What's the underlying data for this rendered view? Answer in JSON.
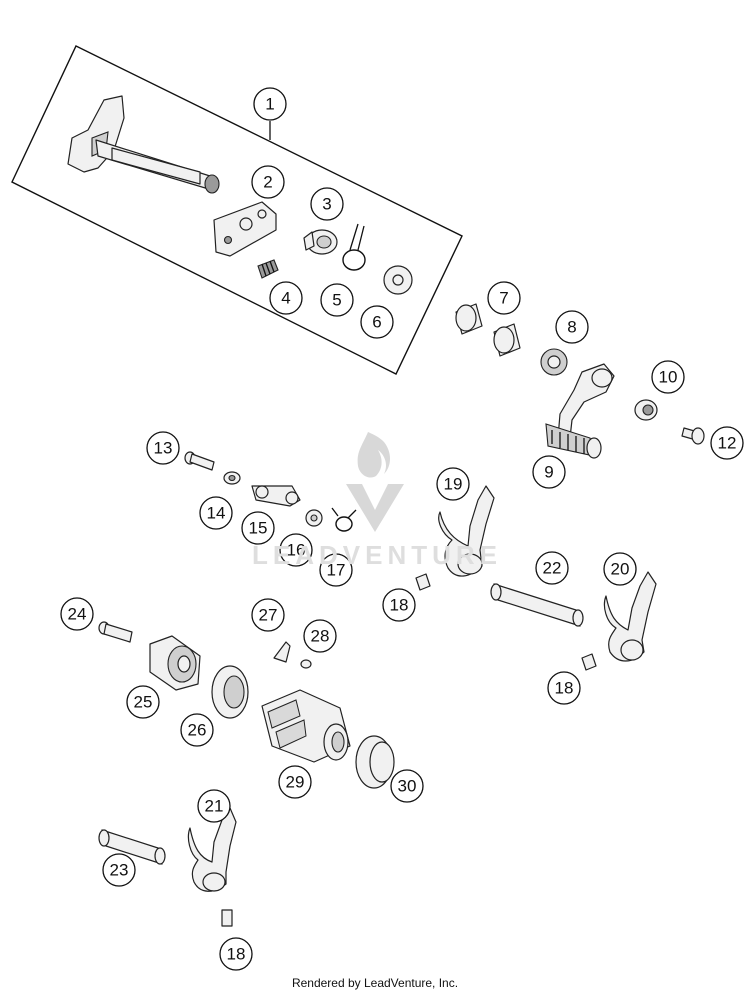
{
  "diagram": {
    "callouts": [
      "1",
      "2",
      "3",
      "4",
      "5",
      "6",
      "7",
      "8",
      "9",
      "10",
      "12",
      "13",
      "14",
      "15",
      "16",
      "17",
      "18",
      "19",
      "20",
      "21",
      "22",
      "23",
      "24",
      "25",
      "26",
      "27",
      "28",
      "29",
      "30",
      "18",
      "18"
    ],
    "watermark": "LEADVENTURE",
    "footer": "Rendered by LeadVenture, Inc."
  }
}
